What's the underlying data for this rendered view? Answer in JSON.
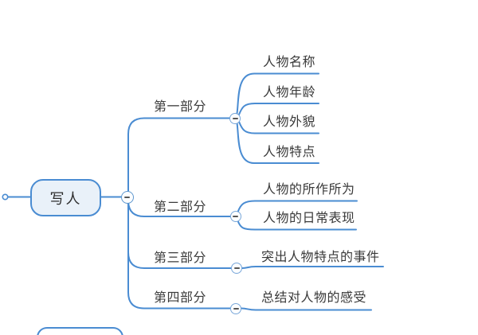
{
  "root": {
    "label": "写人"
  },
  "branches": [
    {
      "label": "第一部分",
      "children": [
        "人物名称",
        "人物年龄",
        "人物外貌",
        "人物特点"
      ]
    },
    {
      "label": "第二部分",
      "children": [
        "人物的所作所为",
        "人物的日常表现"
      ]
    },
    {
      "label": "第三部分",
      "children": [
        "突出人物特点的事件"
      ]
    },
    {
      "label": "第四部分",
      "children": [
        "总结对人物的感受"
      ]
    }
  ],
  "colors": {
    "line": "#4a8cd2",
    "root_fill": "#e9f1f9",
    "text": "#3a3a3a",
    "minus_dash": "#555555"
  }
}
